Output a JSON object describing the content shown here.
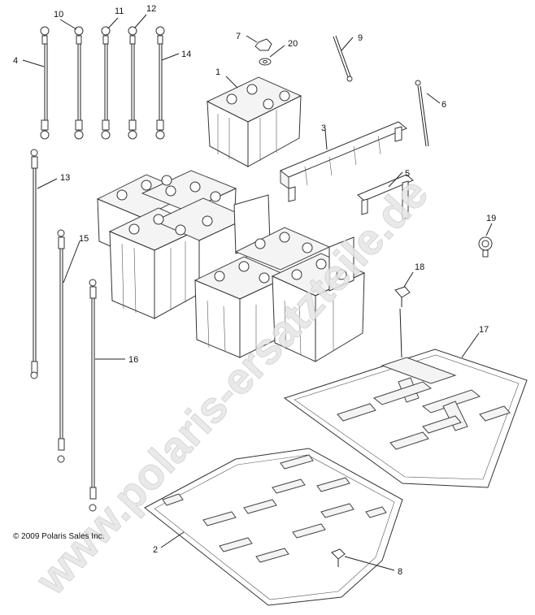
{
  "copyright": "© 2009 Polaris Sales Inc.",
  "watermark": "www.polaris-ersatzteile.de",
  "callouts": {
    "c1": "1",
    "c2": "2",
    "c3": "3",
    "c4": "4",
    "c5": "5",
    "c6": "6",
    "c7": "7",
    "c8": "8",
    "c9": "9",
    "c10": "10",
    "c11": "11",
    "c12": "12",
    "c13": "13",
    "c14": "14",
    "c15": "15",
    "c16": "16",
    "c17": "17",
    "c18": "18",
    "c19": "19",
    "c20": "20"
  }
}
